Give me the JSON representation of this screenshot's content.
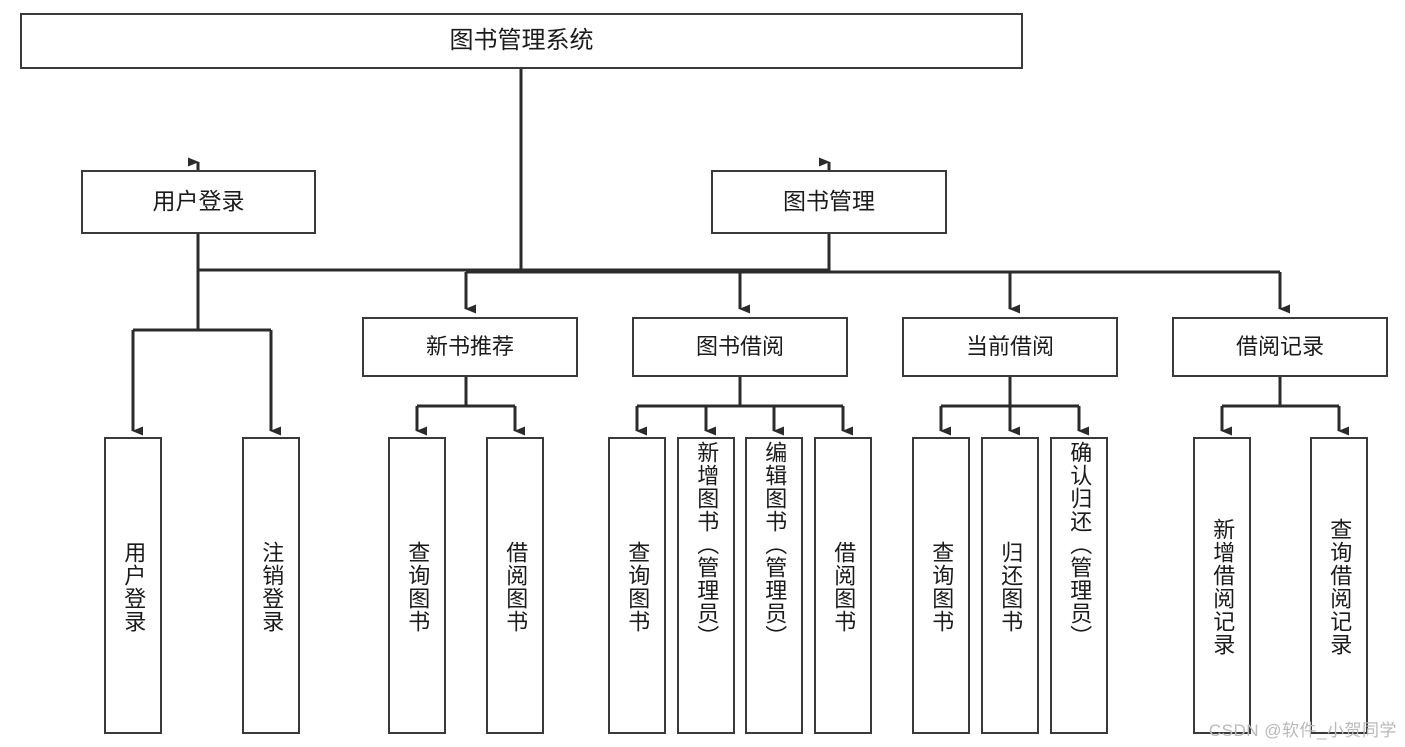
{
  "diagram": {
    "title": "图书管理系统",
    "type": "tree-hierarchy",
    "watermark": "CSDN @软件_小贺同学",
    "colors": {
      "box_border": "#3a3a3a",
      "box_fill": "#ffffff",
      "edge": "#2b2b2b",
      "text": "#1b1b1b",
      "watermark": "#b9b9b9",
      "background": "#ffffff"
    },
    "root": {
      "label": "图书管理系统"
    },
    "level1": [
      {
        "label": "用户登录"
      },
      {
        "label": "图书管理"
      }
    ],
    "level2": [
      {
        "label": "新书推荐"
      },
      {
        "label": "图书借阅"
      },
      {
        "label": "当前借阅"
      },
      {
        "label": "借阅记录"
      }
    ],
    "leaves": {
      "user_login": [
        {
          "label": "用户登录"
        },
        {
          "label": "注销登录"
        }
      ],
      "new_book_recommend": [
        {
          "label": "查询图书"
        },
        {
          "label": "借阅图书"
        }
      ],
      "book_borrow": [
        {
          "label": "查询图书"
        },
        {
          "label": "新增图书（管理员）"
        },
        {
          "label": "编辑图书（管理员）"
        },
        {
          "label": "借阅图书"
        }
      ],
      "current_borrow": [
        {
          "label": "查询图书"
        },
        {
          "label": "归还图书"
        },
        {
          "label": "确认归还（管理员）"
        }
      ],
      "borrow_record": [
        {
          "label": "新增借阅记录"
        },
        {
          "label": "查询借阅记录"
        }
      ]
    }
  }
}
